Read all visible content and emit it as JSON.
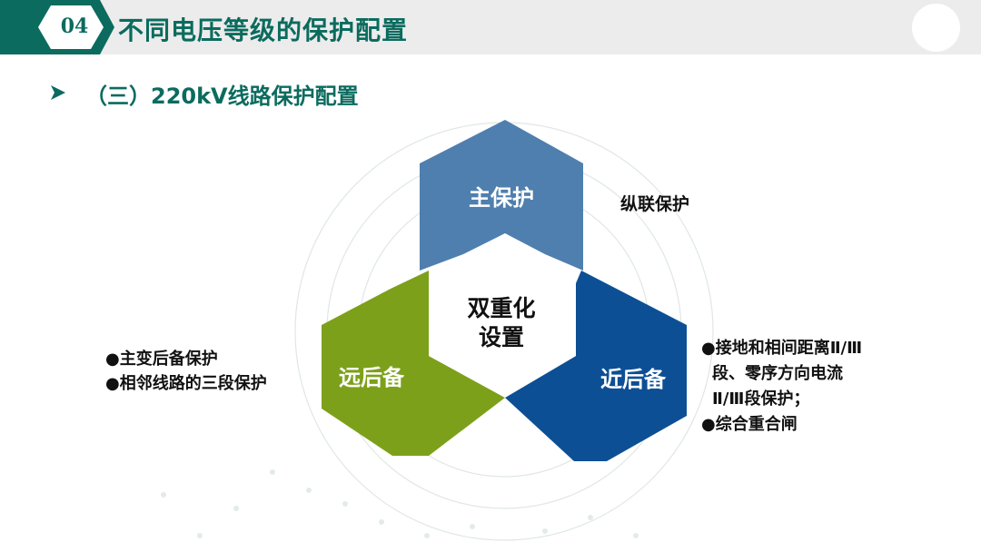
{
  "header": {
    "section_number": "04",
    "title": "不同电压等级的保护配置"
  },
  "subtitle": "（三）220kV线路保护配置",
  "diagram": {
    "center_label_line1": "双重化",
    "center_label_line2": "设置",
    "segments": [
      {
        "label": "主保护",
        "color": "#4f7fae"
      },
      {
        "label": "远后备",
        "color": "#7da01a"
      },
      {
        "label": "近后备",
        "color": "#0d4f95"
      }
    ]
  },
  "notes": {
    "top": "纵联保护",
    "left": [
      "●主变后备保护",
      "●相邻线路的三段保护"
    ],
    "right": [
      "●接地和相间距离Ⅱ/Ⅲ",
      "段、零序方向电流",
      "Ⅱ/Ⅲ段保护；",
      "●综合重合闸"
    ]
  },
  "colors": {
    "brand": "#0b6b5e",
    "header_bg": "#ececec"
  }
}
